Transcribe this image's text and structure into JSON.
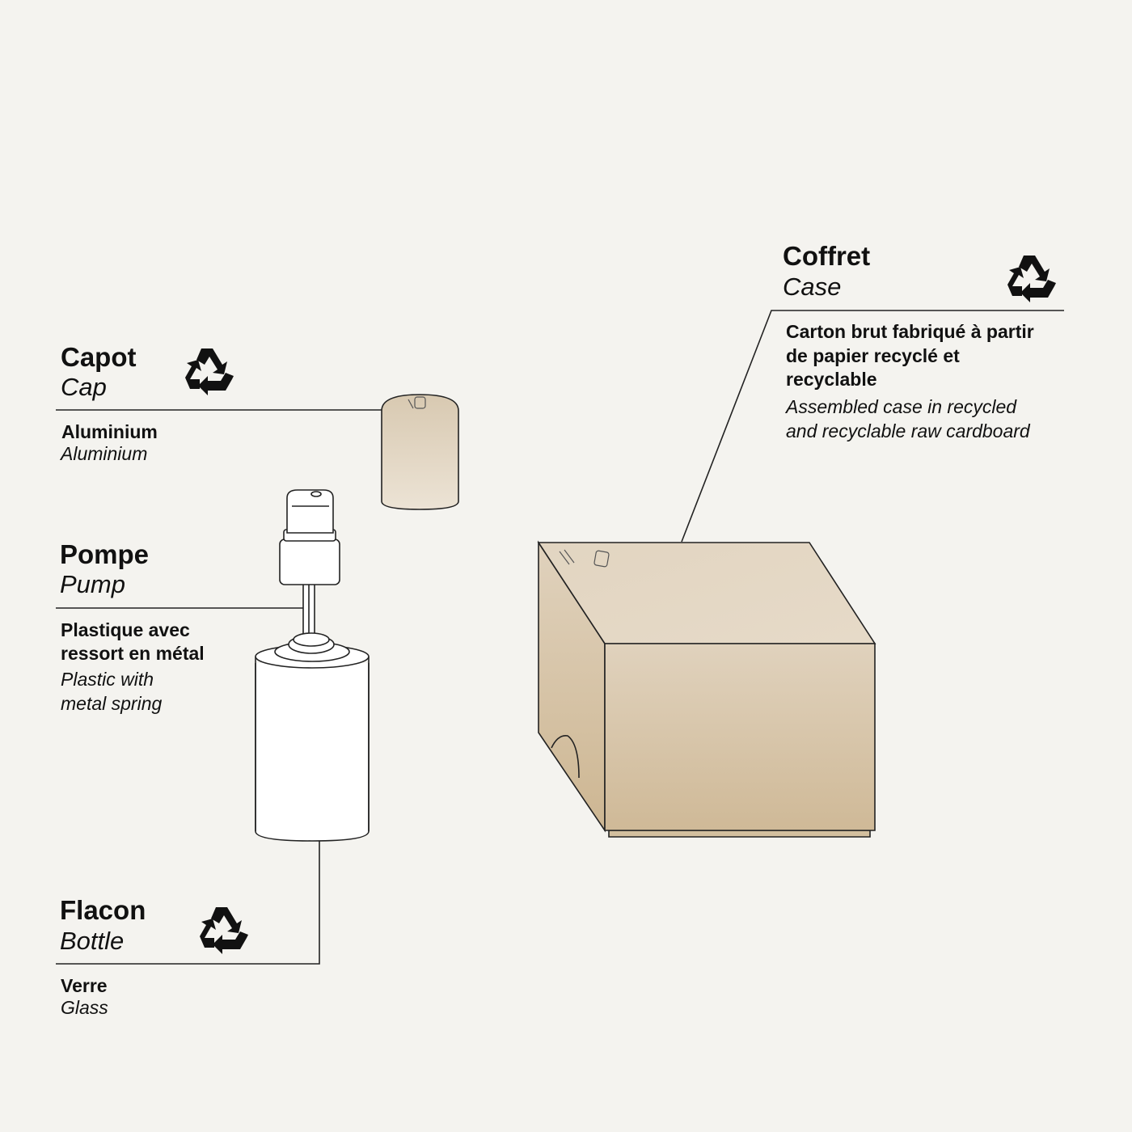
{
  "colors": {
    "background": "#f4f3ef",
    "line": "#222222",
    "cardboard_light": "#e7dbc8",
    "cardboard_dark": "#cdb693",
    "cap_light": "#ece1d1",
    "cap_dark": "#d6c6ad"
  },
  "icons": {
    "recycle": "recycle-icon"
  },
  "components": {
    "cap": {
      "title_fr": "Capot",
      "title_en": "Cap",
      "material_fr": "Aluminium",
      "material_en": "Aluminium",
      "recyclable": true
    },
    "pump": {
      "title_fr": "Pompe",
      "title_en": "Pump",
      "material_fr_1": "Plastique avec",
      "material_fr_2": "ressort en métal",
      "material_en_1": "Plastic with",
      "material_en_2": "metal spring",
      "recyclable": false
    },
    "bottle": {
      "title_fr": "Flacon",
      "title_en": "Bottle",
      "material_fr": "Verre",
      "material_en": "Glass",
      "recyclable": true
    },
    "case": {
      "title_fr": "Coffret",
      "title_en": "Case",
      "material_fr_1": "Carton brut fabriqué à partir",
      "material_fr_2": "de papier recyclé et",
      "material_fr_3": "recyclable",
      "material_en_1": "Assembled case in recycled",
      "material_en_2": "and recyclable raw cardboard",
      "recyclable": true
    }
  }
}
